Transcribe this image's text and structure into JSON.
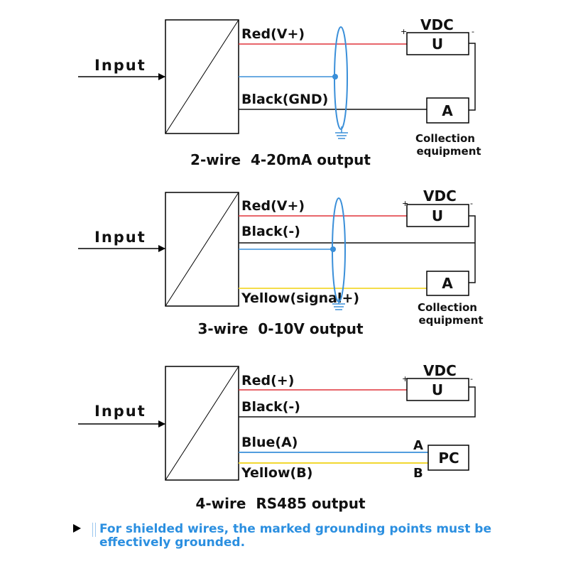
{
  "colors": {
    "red_wire": "#e0333a",
    "black_wire": "#111111",
    "blue_wire": "#3a8fd9",
    "yellow_wire": "#f2d831",
    "shield": "#3a8fd9",
    "note_text": "#2b8fe0"
  },
  "diagrams": [
    {
      "input_label": "Input",
      "wires": [
        "Red(V+)",
        "Black(GND)"
      ],
      "supply": {
        "title": "VDC",
        "box": "U",
        "plus": "+",
        "minus": "-"
      },
      "device": {
        "box": "A",
        "caption_line1": "Collection",
        "caption_line2": "equipment"
      },
      "caption": "2-wire  4-20mA output"
    },
    {
      "input_label": "Input",
      "wires": [
        "Red(V+)",
        "Black(-)",
        "Yellow(signal+)"
      ],
      "supply": {
        "title": "VDC",
        "box": "U",
        "plus": "+",
        "minus": "-"
      },
      "device": {
        "box": "A",
        "caption_line1": "Collection",
        "caption_line2": "equipment"
      },
      "caption": "3-wire  0-10V output"
    },
    {
      "input_label": "Input",
      "wires": [
        "Red(+)",
        "Black(-)",
        "Blue(A)",
        "Yellow(B)"
      ],
      "supply": {
        "title": "VDC",
        "box": "U",
        "plus": "+",
        "minus": "-"
      },
      "device": {
        "box": "PC",
        "terminal_a": "A",
        "terminal_b": "B"
      },
      "caption": "4-wire  RS485 output"
    }
  ],
  "note": {
    "text": "For shielded wires, the marked grounding points must be effectively grounded."
  }
}
